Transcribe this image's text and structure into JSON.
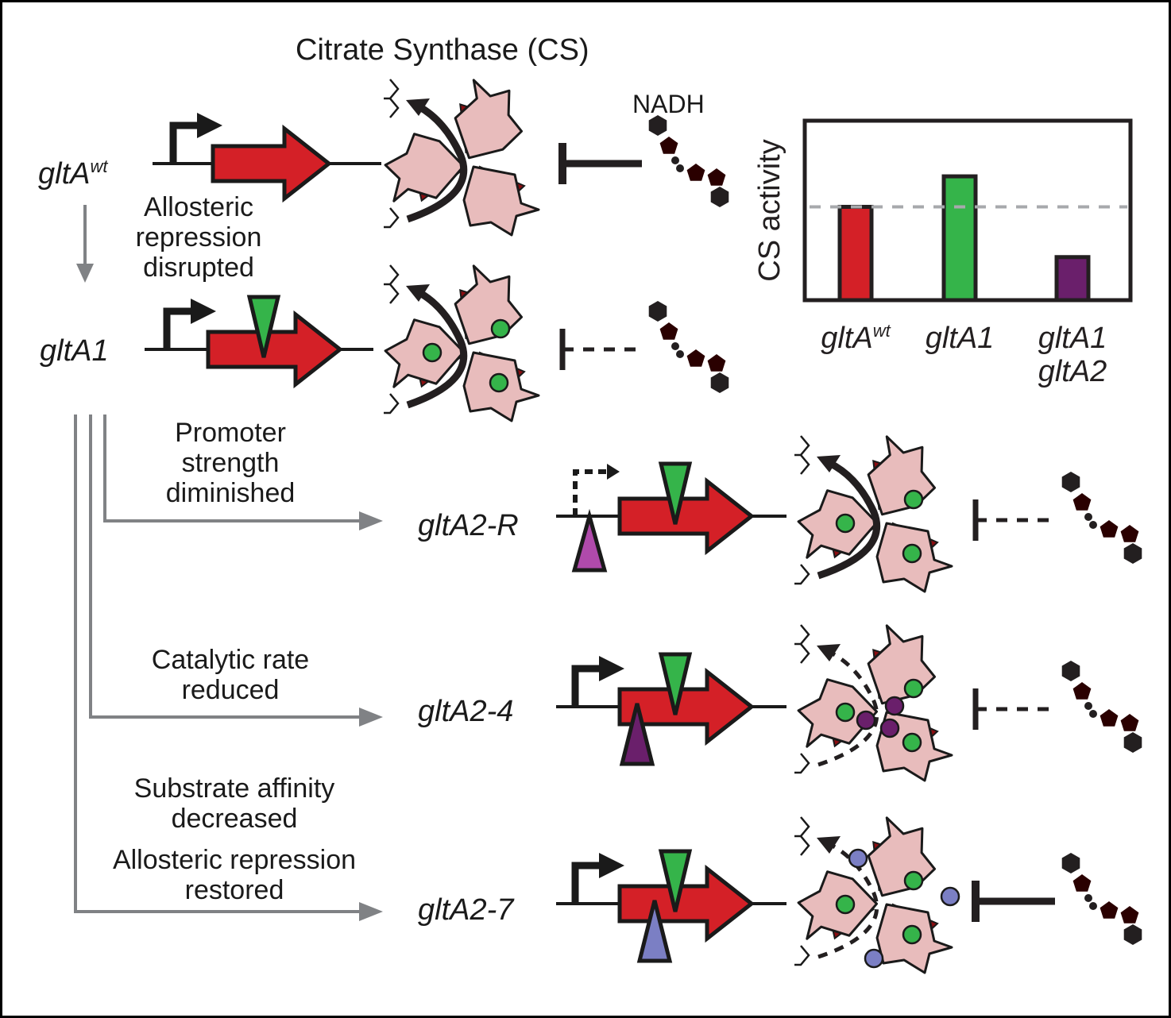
{
  "figure": {
    "title": "Citrate Synthase (CS)",
    "ligand_label": "NADH"
  },
  "genes": {
    "wt": {
      "name": "gltA",
      "superscript": "wt"
    },
    "gltA1": {
      "name": "gltA1"
    },
    "gltA2_R": {
      "name": "gltA2-R"
    },
    "gltA2_4": {
      "name": "gltA2-4"
    },
    "gltA2_7": {
      "name": "gltA2-7"
    }
  },
  "annotations": {
    "allosteric_disrupted": "Allosteric\nrepression\ndisrupted",
    "promoter_diminished": "Promoter\nstrength\ndiminished",
    "catalytic_reduced": "Catalytic rate\nreduced",
    "substrate_decreased": "Substrate affinity\ndecreased",
    "allosteric_restored": "Allosteric repression\nrestored"
  },
  "rows": [
    {
      "id": "wt",
      "promoter": "strong",
      "mutations": [],
      "activity_arrow": "solid",
      "nadh_inhibition": "solid"
    },
    {
      "id": "gltA1",
      "promoter": "strong",
      "mutations": [
        "green"
      ],
      "activity_arrow": "solid",
      "nadh_inhibition": "dashed"
    },
    {
      "id": "gltA2-R",
      "promoter": "weak",
      "mutations": [
        "green",
        "magenta-promoter"
      ],
      "activity_arrow": "solid",
      "nadh_inhibition": "dashed"
    },
    {
      "id": "gltA2-4",
      "promoter": "strong",
      "mutations": [
        "green",
        "purple"
      ],
      "activity_arrow": "dashed",
      "nadh_inhibition": "dashed"
    },
    {
      "id": "gltA2-7",
      "promoter": "strong",
      "mutations": [
        "green",
        "lavender"
      ],
      "activity_arrow": "dashed",
      "nadh_inhibition": "solid"
    }
  ],
  "colors": {
    "gene_red": "#d42027",
    "mut_green": "#35b44a",
    "mut_magenta": "#b04aab",
    "mut_purple": "#6a1f6b",
    "mut_lavender": "#7b7fc4",
    "enzyme_pink": "#e8bcbc",
    "enzyme_dark": "#8b0d10",
    "arrow_gray": "#808285"
  },
  "chart_data": {
    "type": "bar",
    "title": "",
    "xlabel": "",
    "ylabel": "CS activity",
    "categories": [
      "gltA^wt",
      "gltA1",
      "gltA1 gltA2"
    ],
    "category_labels": [
      {
        "main": "gltA",
        "sup": "wt"
      },
      {
        "main": "gltA1"
      },
      {
        "main": "gltA1\ngltA2"
      }
    ],
    "values": [
      0.52,
      0.69,
      0.24
    ],
    "bar_colors": [
      "#d42027",
      "#35b44a",
      "#6a1f6b"
    ],
    "reference_line": {
      "value": 0.52,
      "style": "dashed",
      "color": "#a7a9ac"
    },
    "ylim": [
      0,
      1
    ],
    "units": "relative (no axis ticks shown)",
    "grid": false,
    "legend": "none"
  }
}
